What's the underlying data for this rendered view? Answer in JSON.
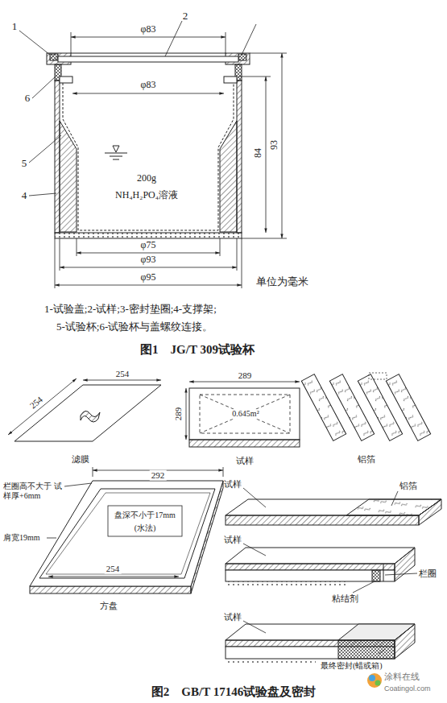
{
  "diagram": {
    "labels": [
      "1",
      "2",
      "6",
      "5",
      "4",
      "φ83",
      "φ83",
      "200g",
      "NH₄H₂PO₄溶液",
      "84",
      "93",
      "φ75",
      "φ93",
      "φ95",
      "单位为毫米",
      "1-试验盖;2-试样;3-密封垫圈;4-支撑架;",
      "5-试验杯;6-试验杯与盖螺纹连接。",
      "图1　JG/T 309试验杯",
      "254",
      "254",
      "滤膜",
      "289",
      "289",
      "0.645m²",
      "试样",
      "铝箔",
      "292",
      "栏圈高不大于 试样厚+6mm",
      "盘深不小于17mm",
      "(水法)",
      "肩宽19mm",
      "254",
      "方盘",
      "试样",
      "铝箔",
      "试样",
      "栏圈",
      "粘结剂",
      "试样",
      "最终密封(蜡或箱)",
      "图2　GB/T 17146试验盘及密封",
      "涂料在线",
      "Coatingol.com"
    ]
  }
}
